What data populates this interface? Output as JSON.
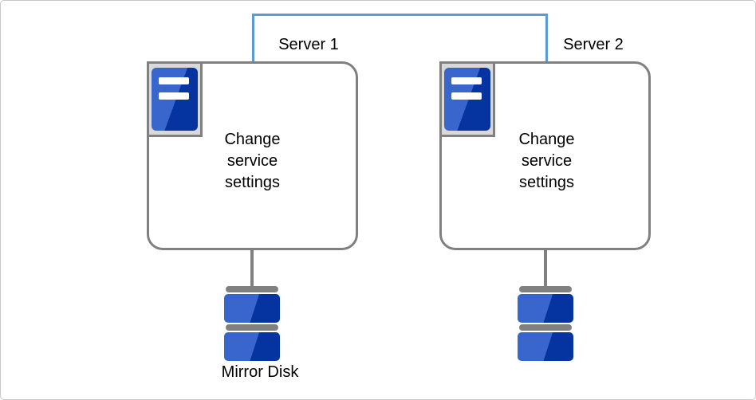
{
  "colors": {
    "connector_blue": "#5b9bd5",
    "outline_gray": "#808080",
    "icon_frame_gray": "#d9d9d9",
    "server_blue_light": "#3866cc",
    "server_blue_dark": "#0534a0",
    "text": "#000000",
    "canvas_border": "#c9c9c9"
  },
  "diagram": {
    "server1": {
      "label": "Server 1",
      "body": "Change\nservice\nsettings"
    },
    "server2": {
      "label": "Server 2",
      "body": "Change\nservice\nsettings"
    },
    "mirror_disk_label": "Mirror Disk",
    "icons": {
      "server_icon": "server-icon",
      "disk_icon": "disk-icon"
    }
  }
}
